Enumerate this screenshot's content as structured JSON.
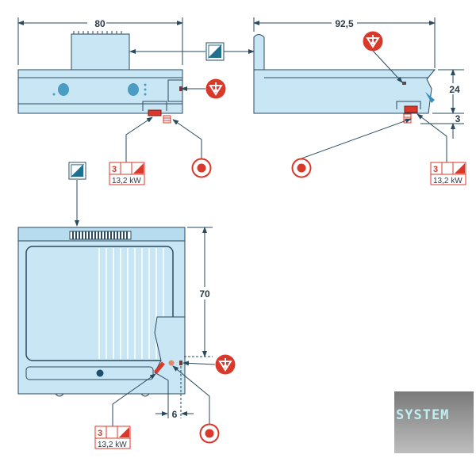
{
  "dimensions": {
    "front_width": "80",
    "side_depth": "92,5",
    "side_height": "24",
    "side_foot": "3",
    "top_depth": "70",
    "top_offset": "6"
  },
  "power_labels": [
    {
      "phase": "3",
      "power": "13,2 kW"
    },
    {
      "phase": "3",
      "power": "13,2 kW"
    },
    {
      "phase": "3",
      "power": "13,2 kW"
    }
  ],
  "logo": {
    "text": "SYSTEM"
  },
  "colors": {
    "body": "#c9e6f5",
    "outline": "#2a4a5e",
    "accent_red": "#d9392b",
    "icon_blue": "#1f6f8f"
  }
}
